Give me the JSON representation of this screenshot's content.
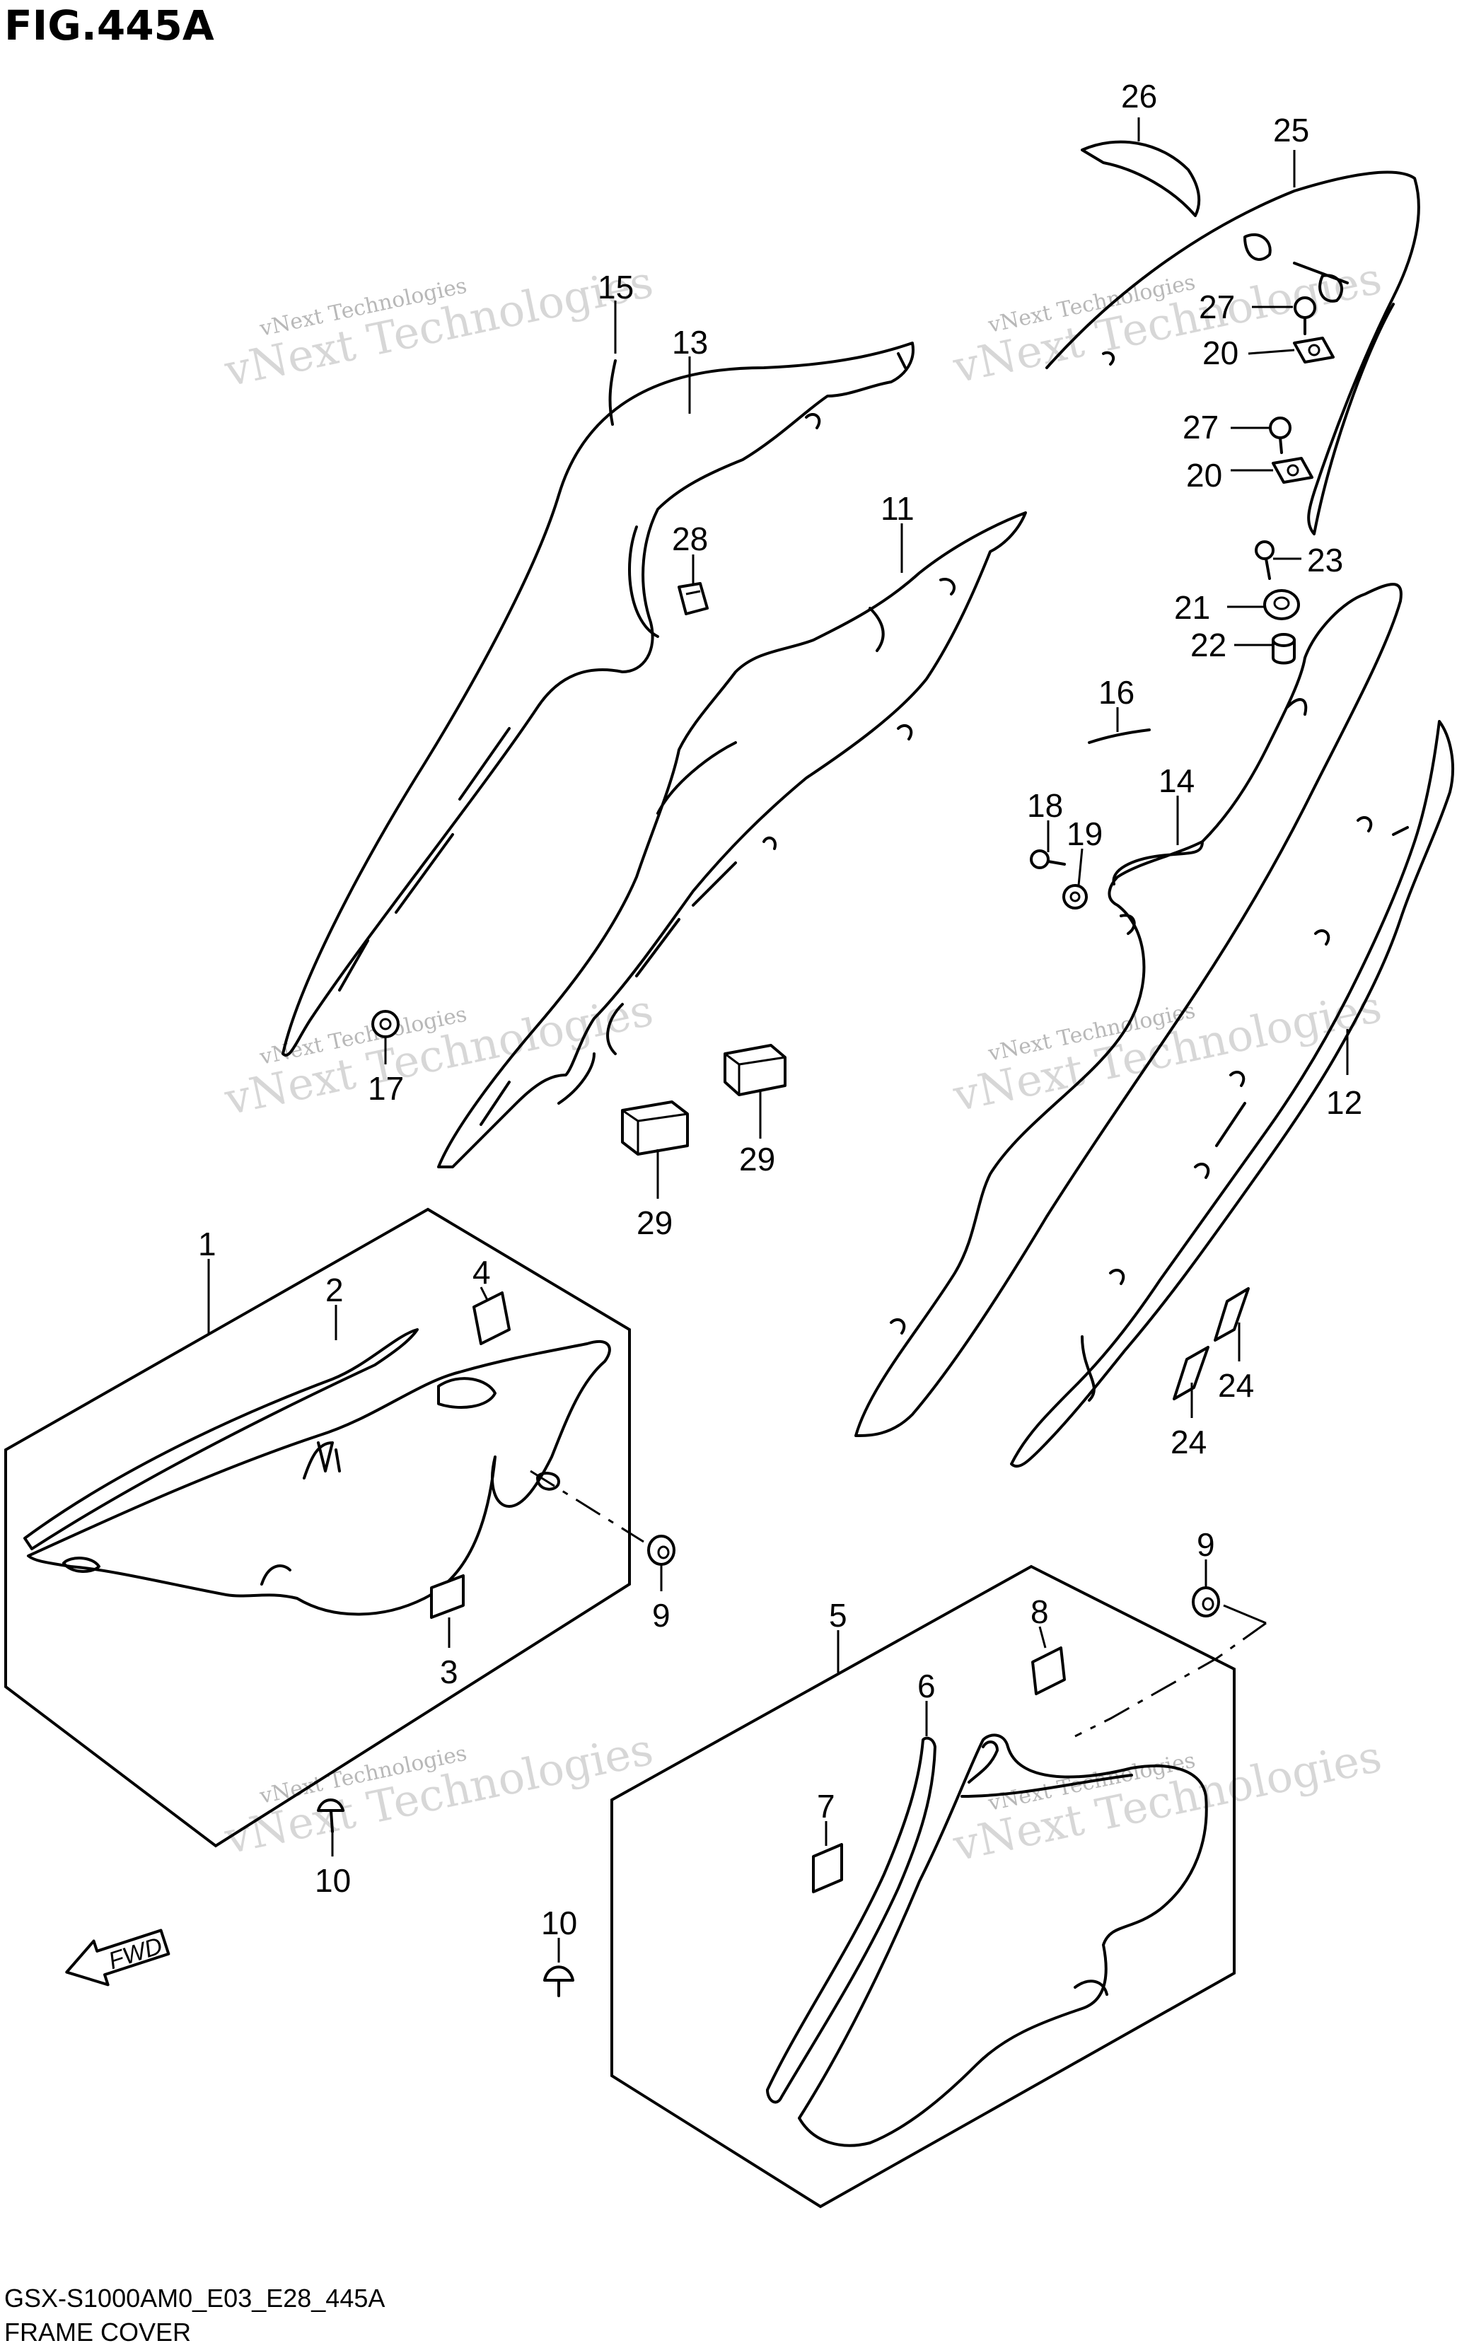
{
  "figure": {
    "title": "FIG.445A",
    "model_code": "GSX-S1000AM0_E03_E28_445A",
    "caption": "FRAME COVER",
    "direction_label": "FWD"
  },
  "watermarks": [
    {
      "small": "vNext Technologies",
      "large": "vNext Technologies"
    },
    {
      "small": "vNext Technologies",
      "large": "vNext Technologies"
    },
    {
      "small": "vNext Technologies",
      "large": "vNext Technologies"
    },
    {
      "small": "vNext Technologies",
      "large": "vNext Technologies"
    },
    {
      "small": "vNext Technologies",
      "large": "vNext Technologies"
    },
    {
      "small": "vNext Technologies",
      "large": "vNext Technologies"
    }
  ],
  "callouts": [
    {
      "label": "26"
    },
    {
      "label": "25"
    },
    {
      "label": "15"
    },
    {
      "label": "13"
    },
    {
      "label": "27"
    },
    {
      "label": "20"
    },
    {
      "label": "27"
    },
    {
      "label": "20"
    },
    {
      "label": "28"
    },
    {
      "label": "11"
    },
    {
      "label": "23"
    },
    {
      "label": "21"
    },
    {
      "label": "22"
    },
    {
      "label": "16"
    },
    {
      "label": "14"
    },
    {
      "label": "18"
    },
    {
      "label": "19"
    },
    {
      "label": "17"
    },
    {
      "label": "12"
    },
    {
      "label": "29"
    },
    {
      "label": "29"
    },
    {
      "label": "1"
    },
    {
      "label": "2"
    },
    {
      "label": "4"
    },
    {
      "label": "24"
    },
    {
      "label": "24"
    },
    {
      "label": "9"
    },
    {
      "label": "3"
    },
    {
      "label": "9"
    },
    {
      "label": "5"
    },
    {
      "label": "8"
    },
    {
      "label": "6"
    },
    {
      "label": "7"
    },
    {
      "label": "10"
    },
    {
      "label": "10"
    }
  ]
}
